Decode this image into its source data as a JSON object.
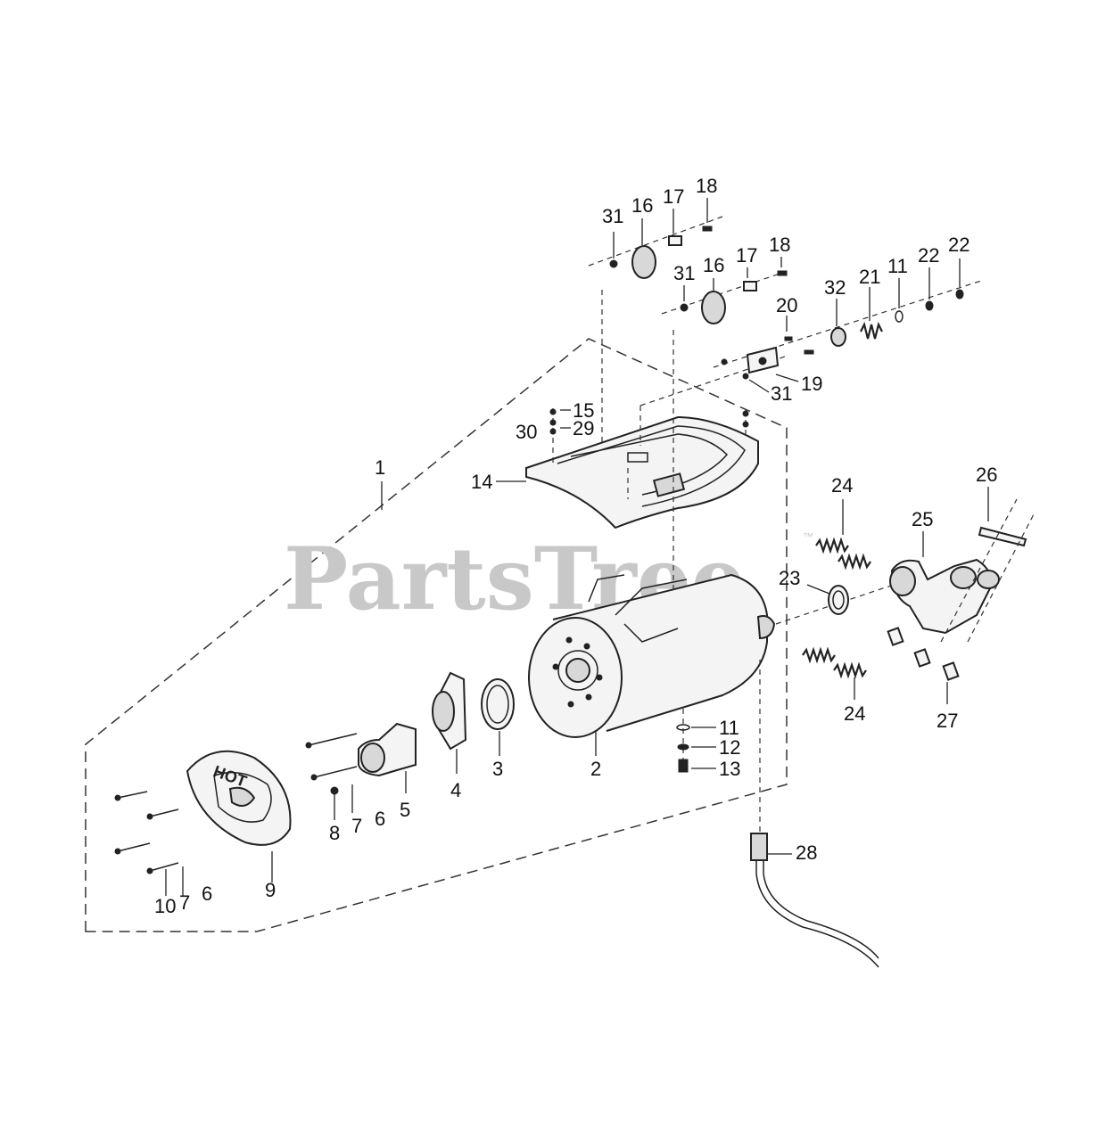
{
  "watermark": {
    "text": "PartsTree",
    "trademark": "™"
  },
  "plate_label": "HOT",
  "callouts": [
    {
      "id": "c1",
      "text": "1"
    },
    {
      "id": "c2",
      "text": "2"
    },
    {
      "id": "c3",
      "text": "3"
    },
    {
      "id": "c4",
      "text": "4"
    },
    {
      "id": "c5",
      "text": "5"
    },
    {
      "id": "c6a",
      "text": "6"
    },
    {
      "id": "c6b",
      "text": "6"
    },
    {
      "id": "c7a",
      "text": "7"
    },
    {
      "id": "c7b",
      "text": "7"
    },
    {
      "id": "c8",
      "text": "8"
    },
    {
      "id": "c9",
      "text": "9"
    },
    {
      "id": "c10",
      "text": "10"
    },
    {
      "id": "c11a",
      "text": "11"
    },
    {
      "id": "c11b",
      "text": "11"
    },
    {
      "id": "c12",
      "text": "12"
    },
    {
      "id": "c13",
      "text": "13"
    },
    {
      "id": "c14",
      "text": "14"
    },
    {
      "id": "c15",
      "text": "15"
    },
    {
      "id": "c16a",
      "text": "16"
    },
    {
      "id": "c16b",
      "text": "16"
    },
    {
      "id": "c17a",
      "text": "17"
    },
    {
      "id": "c17b",
      "text": "17"
    },
    {
      "id": "c18a",
      "text": "18"
    },
    {
      "id": "c18b",
      "text": "18"
    },
    {
      "id": "c19",
      "text": "19"
    },
    {
      "id": "c20",
      "text": "20"
    },
    {
      "id": "c21",
      "text": "21"
    },
    {
      "id": "c22a",
      "text": "22"
    },
    {
      "id": "c22b",
      "text": "22"
    },
    {
      "id": "c23",
      "text": "23"
    },
    {
      "id": "c24a",
      "text": "24"
    },
    {
      "id": "c24b",
      "text": "24"
    },
    {
      "id": "c25",
      "text": "25"
    },
    {
      "id": "c26",
      "text": "26"
    },
    {
      "id": "c27",
      "text": "27"
    },
    {
      "id": "c28",
      "text": "28"
    },
    {
      "id": "c29",
      "text": "29"
    },
    {
      "id": "c30",
      "text": "30"
    },
    {
      "id": "c31a",
      "text": "31"
    },
    {
      "id": "c31b",
      "text": "31"
    },
    {
      "id": "c31c",
      "text": "31"
    },
    {
      "id": "c32",
      "text": "32"
    }
  ]
}
